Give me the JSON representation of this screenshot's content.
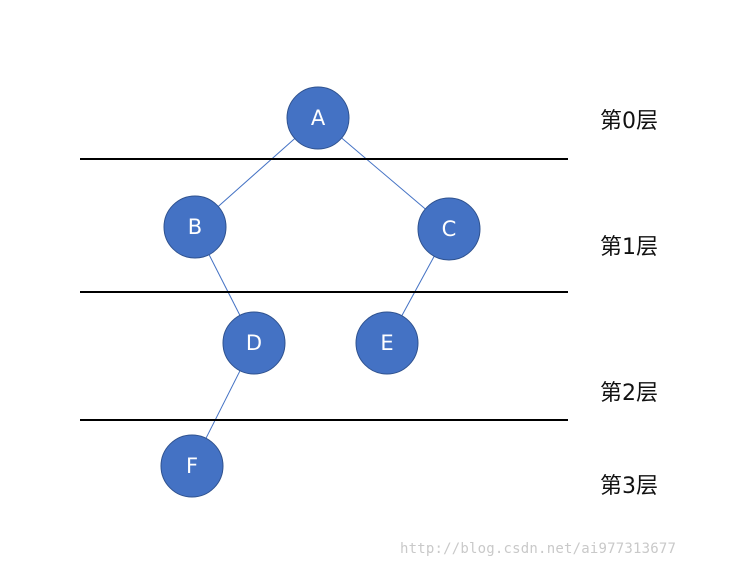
{
  "tree": {
    "nodes": [
      {
        "id": "A",
        "label": "A"
      },
      {
        "id": "B",
        "label": "B"
      },
      {
        "id": "C",
        "label": "C"
      },
      {
        "id": "D",
        "label": "D"
      },
      {
        "id": "E",
        "label": "E"
      },
      {
        "id": "F",
        "label": "F"
      }
    ],
    "edges": [
      {
        "from": "A",
        "to": "B"
      },
      {
        "from": "A",
        "to": "C"
      },
      {
        "from": "B",
        "to": "D"
      },
      {
        "from": "C",
        "to": "E"
      },
      {
        "from": "D",
        "to": "F"
      }
    ],
    "node_color": "#4472c4",
    "node_border_color": "#2f528f",
    "edge_color": "#4472c4",
    "divider_color": "#000000"
  },
  "levels": [
    {
      "label": "第0层"
    },
    {
      "label": "第1层"
    },
    {
      "label": "第2层"
    },
    {
      "label": "第3层"
    }
  ],
  "watermark": "http://blog.csdn.net/ai977313677"
}
